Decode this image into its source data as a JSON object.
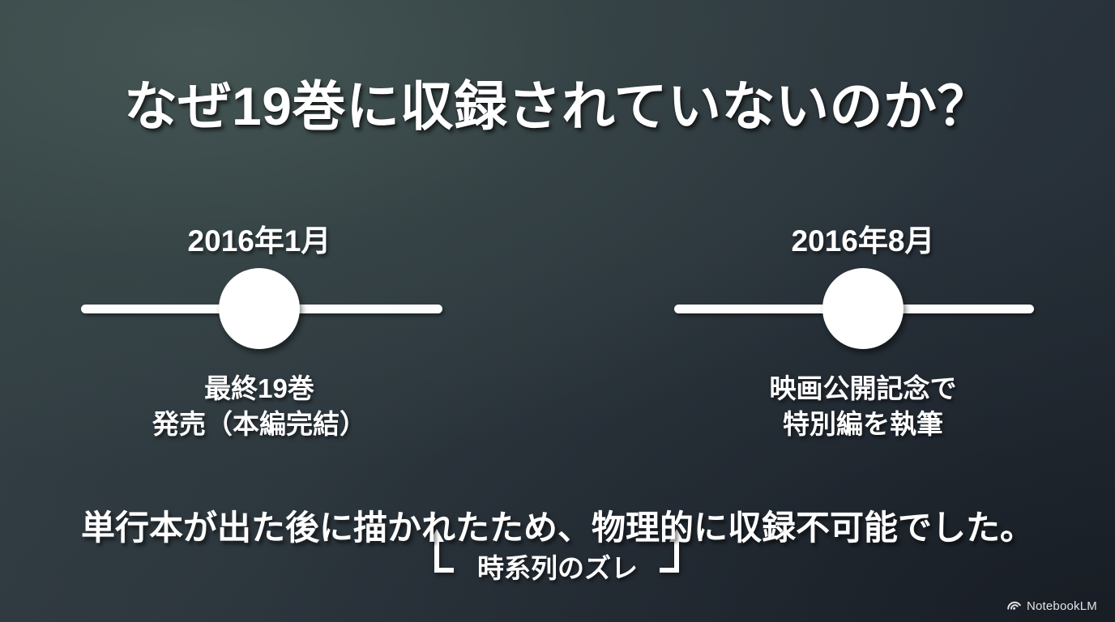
{
  "slide": {
    "title": "なぜ19巻に収録されていないのか？",
    "statement": "単行本が出た後に描かれたため、物理的に収録不可能でした。",
    "background_colors": {
      "top_left": "#3a4749",
      "center": "#2c353c",
      "bottom_right": "#1f2730"
    },
    "accent_color": "#ffffff"
  },
  "timeline": {
    "gap_label": "時系列のズレ",
    "events": [
      {
        "date": "2016年1月",
        "caption_line1": "最終19巻",
        "caption_line2": "発売（本編完結）"
      },
      {
        "date": "2016年8月",
        "caption_line1": "映画公開記念で",
        "caption_line2": "特別編を執筆"
      }
    ]
  },
  "watermark": {
    "label": "NotebookLM",
    "icon": "notebooklm-spiral-icon"
  }
}
